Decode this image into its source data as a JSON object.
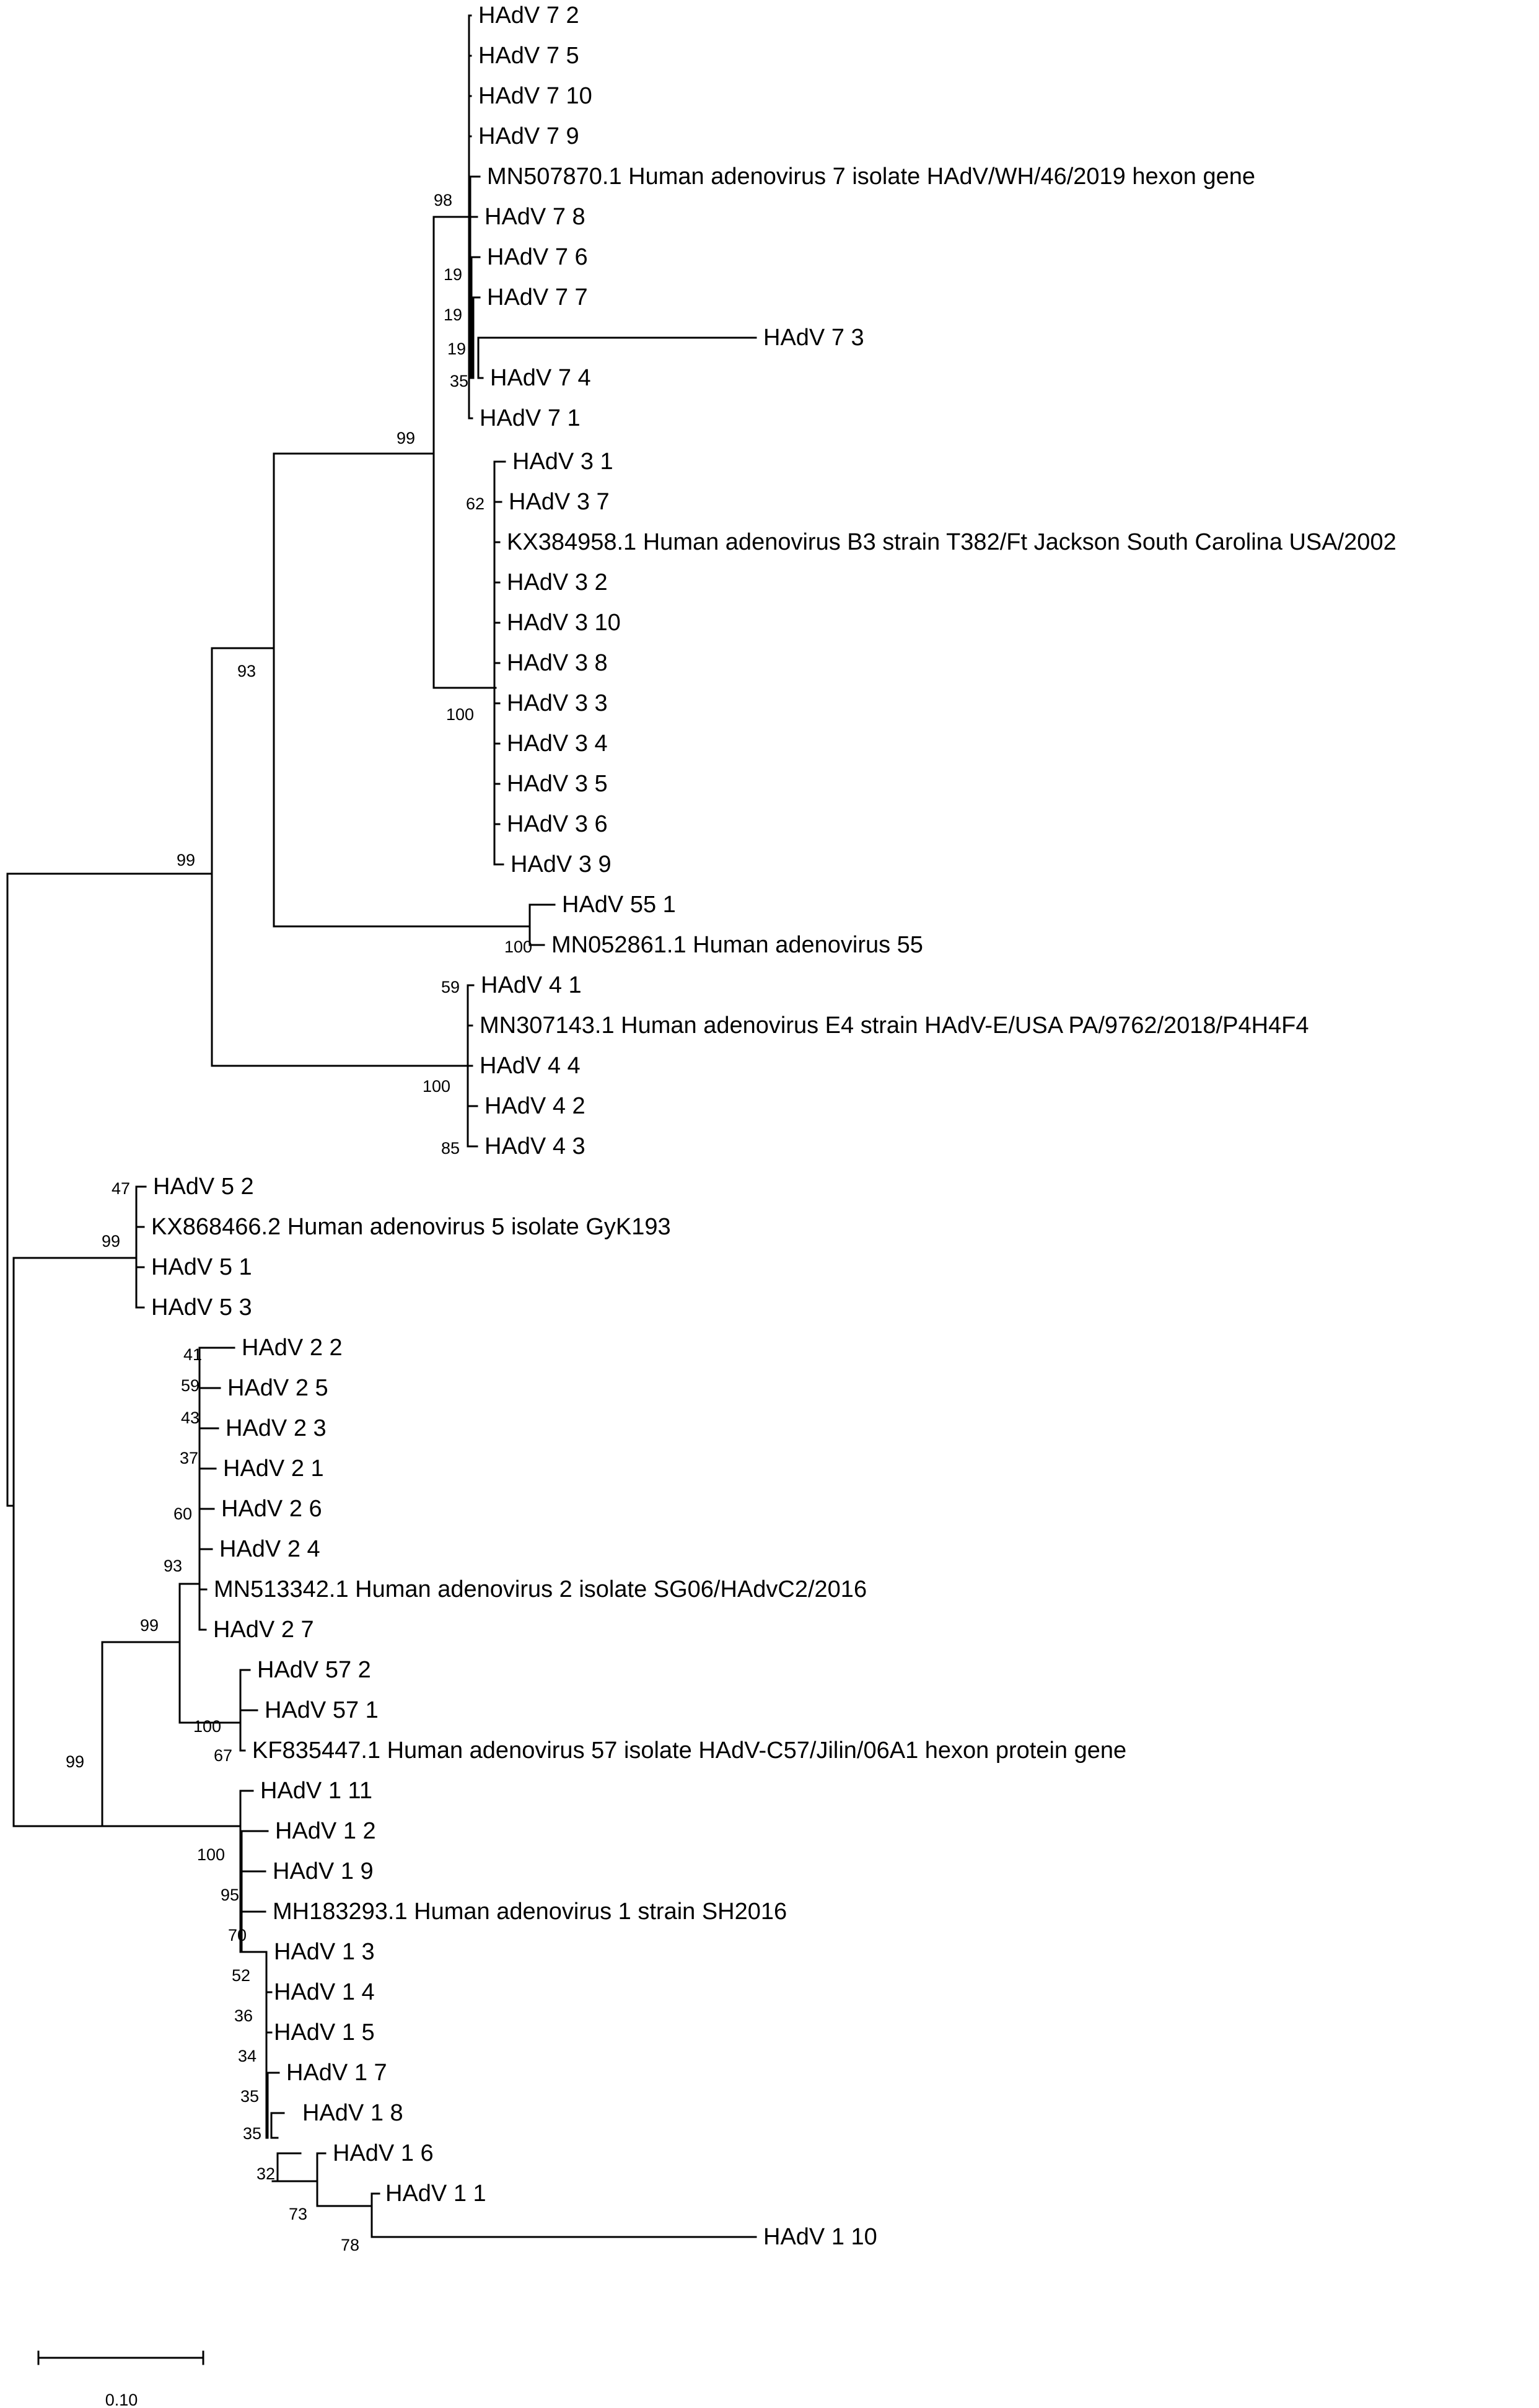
{
  "tree": {
    "scale_bar": {
      "value": "0.10"
    },
    "leaves": [
      "HAdV 7 2",
      "HAdV 7 5",
      "HAdV 7 10",
      "HAdV 7 9",
      "MN507870.1 Human adenovirus 7 isolate HAdV/WH/46/2019 hexon gene",
      "HAdV 7 8",
      "HAdV 7 6",
      "HAdV 7 7",
      "HAdV 7 3",
      "HAdV 7 4",
      "HAdV 7 1",
      "HAdV 3 1",
      "HAdV 3 7",
      "KX384958.1 Human adenovirus B3 strain T382/Ft Jackson South Carolina USA/2002",
      "HAdV 3 2",
      "HAdV 3 10",
      "HAdV 3 8",
      "HAdV 3 3",
      "HAdV 3 4",
      "HAdV 3 5",
      "HAdV 3 6",
      "HAdV 3 9",
      "HAdV 55 1",
      "MN052861.1 Human adenovirus 55",
      "HAdV 4 1",
      "MN307143.1 Human adenovirus E4 strain HAdV-E/USA PA/9762/2018/P4H4F4",
      "HAdV 4 4",
      "HAdV 4 2",
      "HAdV 4 3",
      "HAdV 5 2",
      "KX868466.2 Human adenovirus 5 isolate GyK193",
      "HAdV 5 1",
      "HAdV 5 3",
      "HAdV 2 2",
      "HAdV 2 5",
      "HAdV 2 3",
      "HAdV 2 1",
      "HAdV 2 6",
      "HAdV 2 4",
      "MN513342.1 Human adenovirus 2 isolate SG06/HAdvC2/2016",
      "HAdV 2 7",
      "HAdV 57 2",
      "HAdV 57 1",
      "KF835447.1 Human adenovirus 57 isolate HAdV-C57/Jilin/06A1 hexon protein gene",
      "HAdV 1 11",
      "HAdV 1 2",
      "HAdV 1 9",
      "MH183293.1 Human adenovirus 1 strain SH2016",
      "HAdV 1 3",
      "HAdV 1 4",
      "HAdV 1 5",
      "HAdV 1 7",
      "HAdV 1 8",
      "HAdV 1 6",
      "HAdV 1 1",
      "HAdV 1 10"
    ],
    "support_values": [
      "98",
      "19",
      "19",
      "19",
      "35",
      "99",
      "62",
      "100",
      "93",
      "99",
      "100",
      "59",
      "100",
      "85",
      "47",
      "99",
      "41",
      "59",
      "43",
      "37",
      "60",
      "93",
      "99",
      "100",
      "67",
      "99",
      "100",
      "95",
      "70",
      "52",
      "36",
      "34",
      "35",
      "35",
      "32",
      "73",
      "78"
    ]
  }
}
